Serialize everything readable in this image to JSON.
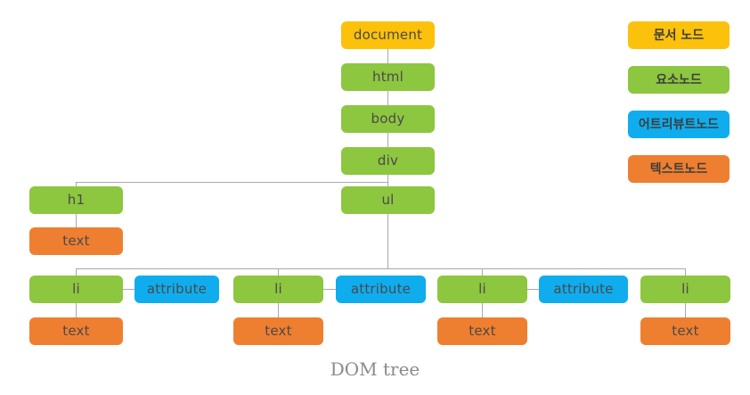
{
  "caption": "DOM tree",
  "colors": {
    "document_node": "#fcc10a",
    "element_node": "#8dc63f",
    "attribute_node": "#0fadee",
    "text_node": "#ef7f30",
    "connector": "#a9a9a9",
    "caption_text": "#8a8a8a",
    "node_text": "#4a4a4a",
    "background": "#ffffff"
  },
  "tree": {
    "document": "document",
    "html": "html",
    "body": "body",
    "div": "div",
    "h1": "h1",
    "h1_text": "text",
    "ul": "ul",
    "li_items": [
      {
        "element": "li",
        "attribute": "attribute",
        "text": "text"
      },
      {
        "element": "li",
        "attribute": "attribute",
        "text": "text"
      },
      {
        "element": "li",
        "attribute": "attribute",
        "text": "text"
      },
      {
        "element": "li",
        "attribute": null,
        "text": "text"
      }
    ]
  },
  "legend": {
    "items": [
      {
        "label": "문서 노드",
        "type": "document"
      },
      {
        "label": "요소노드",
        "type": "element"
      },
      {
        "label": "어트리뷰트노드",
        "type": "attribute"
      },
      {
        "label": "텍스트노드",
        "type": "text"
      }
    ]
  }
}
